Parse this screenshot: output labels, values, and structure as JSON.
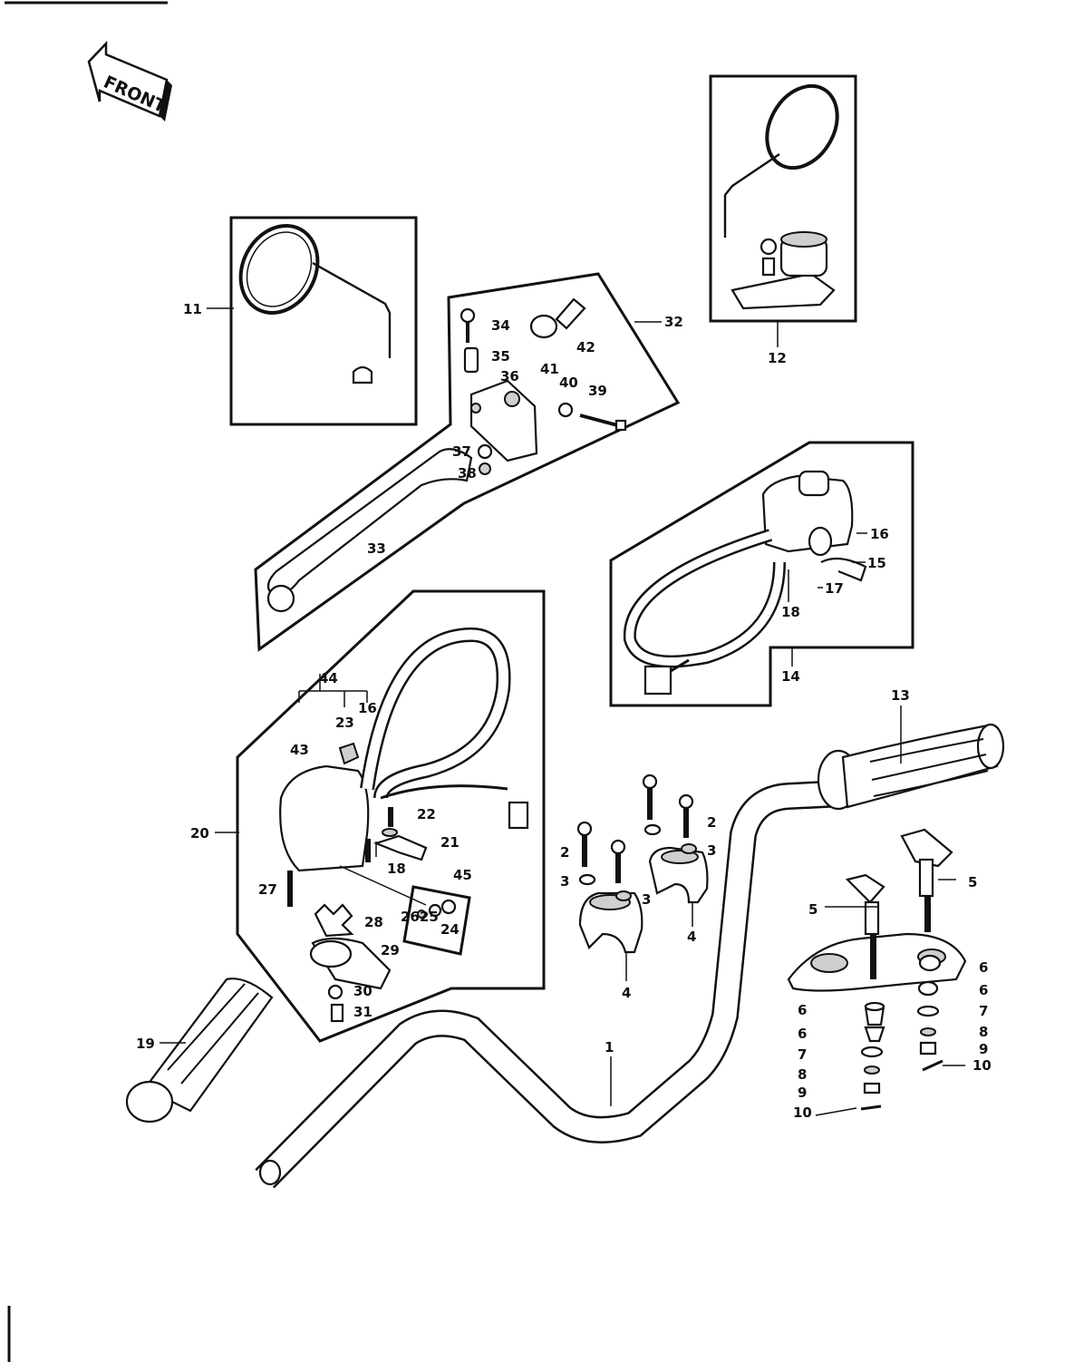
{
  "orientation": {
    "label": "FRONT"
  },
  "callouts": {
    "c1": "1",
    "c2a": "2",
    "c2b": "2",
    "c3a": "3",
    "c3b": "3",
    "c3c": "3",
    "c4a": "4",
    "c4b": "4",
    "c5a": "5",
    "c5b": "5",
    "c6a": "6",
    "c6b": "6",
    "c6c": "6",
    "c6d": "6",
    "c7a": "7",
    "c7b": "7",
    "c8a": "8",
    "c8b": "8",
    "c9a": "9",
    "c9b": "9",
    "c10a": "10",
    "c10b": "10",
    "c11": "11",
    "c12": "12",
    "c13": "13",
    "c14": "14",
    "c15": "15",
    "c16a": "16",
    "c16b": "16",
    "c17": "17",
    "c18a": "18",
    "c18b": "18",
    "c19": "19",
    "c20": "20",
    "c21": "21",
    "c22": "22",
    "c23": "23",
    "c24": "24",
    "c25": "25",
    "c26": "26",
    "c27": "27",
    "c28": "28",
    "c29": "29",
    "c30": "30",
    "c31": "31",
    "c32": "32",
    "c33": "33",
    "c34": "34",
    "c35": "35",
    "c36": "36",
    "c37": "37",
    "c38": "38",
    "c39": "39",
    "c40": "40",
    "c41": "41",
    "c42": "42",
    "c43": "43",
    "c44": "44",
    "c45": "45"
  }
}
